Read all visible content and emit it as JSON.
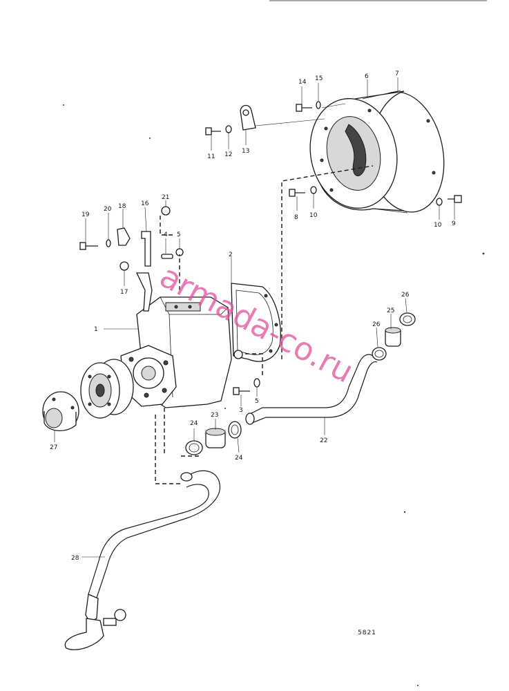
{
  "callouts": {
    "c1": "1",
    "c2": "2",
    "c3": "3",
    "c4": "4",
    "c5a": "5",
    "c5b": "5",
    "c6": "6",
    "c7": "7",
    "c8": "8",
    "c9": "9",
    "c10a": "10",
    "c10b": "10",
    "c11": "11",
    "c12": "12",
    "c13": "13",
    "c14": "14",
    "c15": "15",
    "c16": "16",
    "c17": "17",
    "c18": "18",
    "c19": "19",
    "c20": "20",
    "c21": "21",
    "c22": "22",
    "c23": "23",
    "c24a": "24",
    "c24b": "24",
    "c25": "25",
    "c26a": "26",
    "c26b": "26",
    "c27": "27",
    "c28": "28"
  },
  "reference_number": "5821",
  "watermark": "armada-co.ru",
  "colors": {
    "line": "#1a1a1a",
    "watermark": "#e0509a"
  }
}
